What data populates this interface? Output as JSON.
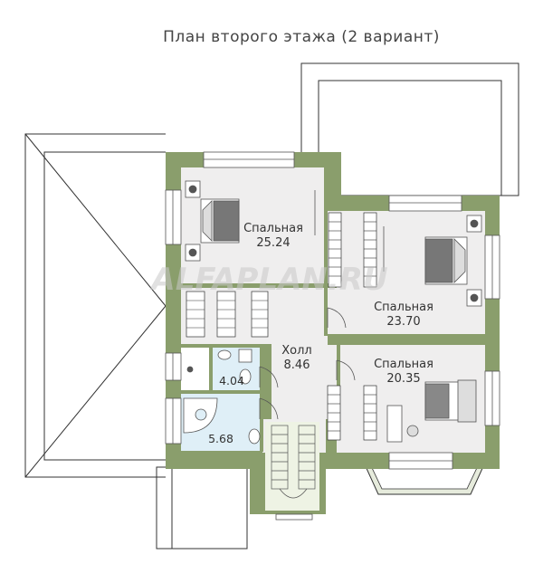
{
  "title": "План второго этажа (2 вариант)",
  "watermark": "ALFAPLAN.RU",
  "rooms": [
    {
      "name": "Спальная",
      "area": "25.24"
    },
    {
      "name": "Спальная",
      "area": "23.70"
    },
    {
      "name": "Спальная",
      "area": "20.35"
    },
    {
      "name": "Холл",
      "area": "8.46"
    },
    {
      "name": "",
      "area": "4.04"
    },
    {
      "name": "",
      "area": "5.68"
    }
  ],
  "colors": {
    "wall": "#8a9e6c",
    "floor": "#efeeee",
    "bath_floor": "#dfeff7",
    "stair_floor": "#eef3e4",
    "outline": "#333333"
  }
}
